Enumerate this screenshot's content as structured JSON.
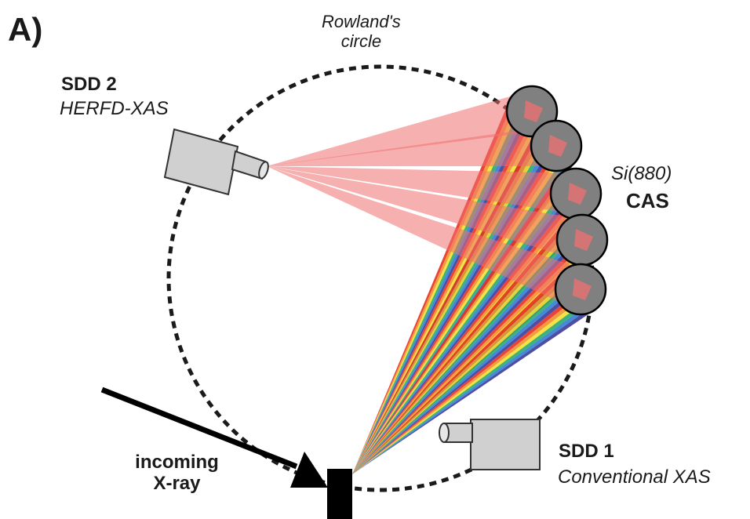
{
  "panel_label": "A)",
  "rowland": {
    "line1": "Rowland's",
    "line2": "circle"
  },
  "sdd2": {
    "name": "SDD 2",
    "mode": "HERFD-XAS"
  },
  "sdd1": {
    "name": "SDD 1",
    "mode": "Conventional XAS"
  },
  "analyzer": {
    "crystal": "Si(880)",
    "name": "CAS"
  },
  "beam": {
    "line1": "incoming",
    "line2": "X-ray"
  },
  "colors": {
    "rowland_circle": "#1a1a1a",
    "analyzer_fill": "#808080",
    "detector_fill": "#d0d0d0",
    "focus_red": "#f07070",
    "spectrum": [
      "#3b3b9a",
      "#2f7fd0",
      "#2aa86a",
      "#f2e030",
      "#f2902a",
      "#e83020"
    ]
  },
  "analyzer_count": 5
}
